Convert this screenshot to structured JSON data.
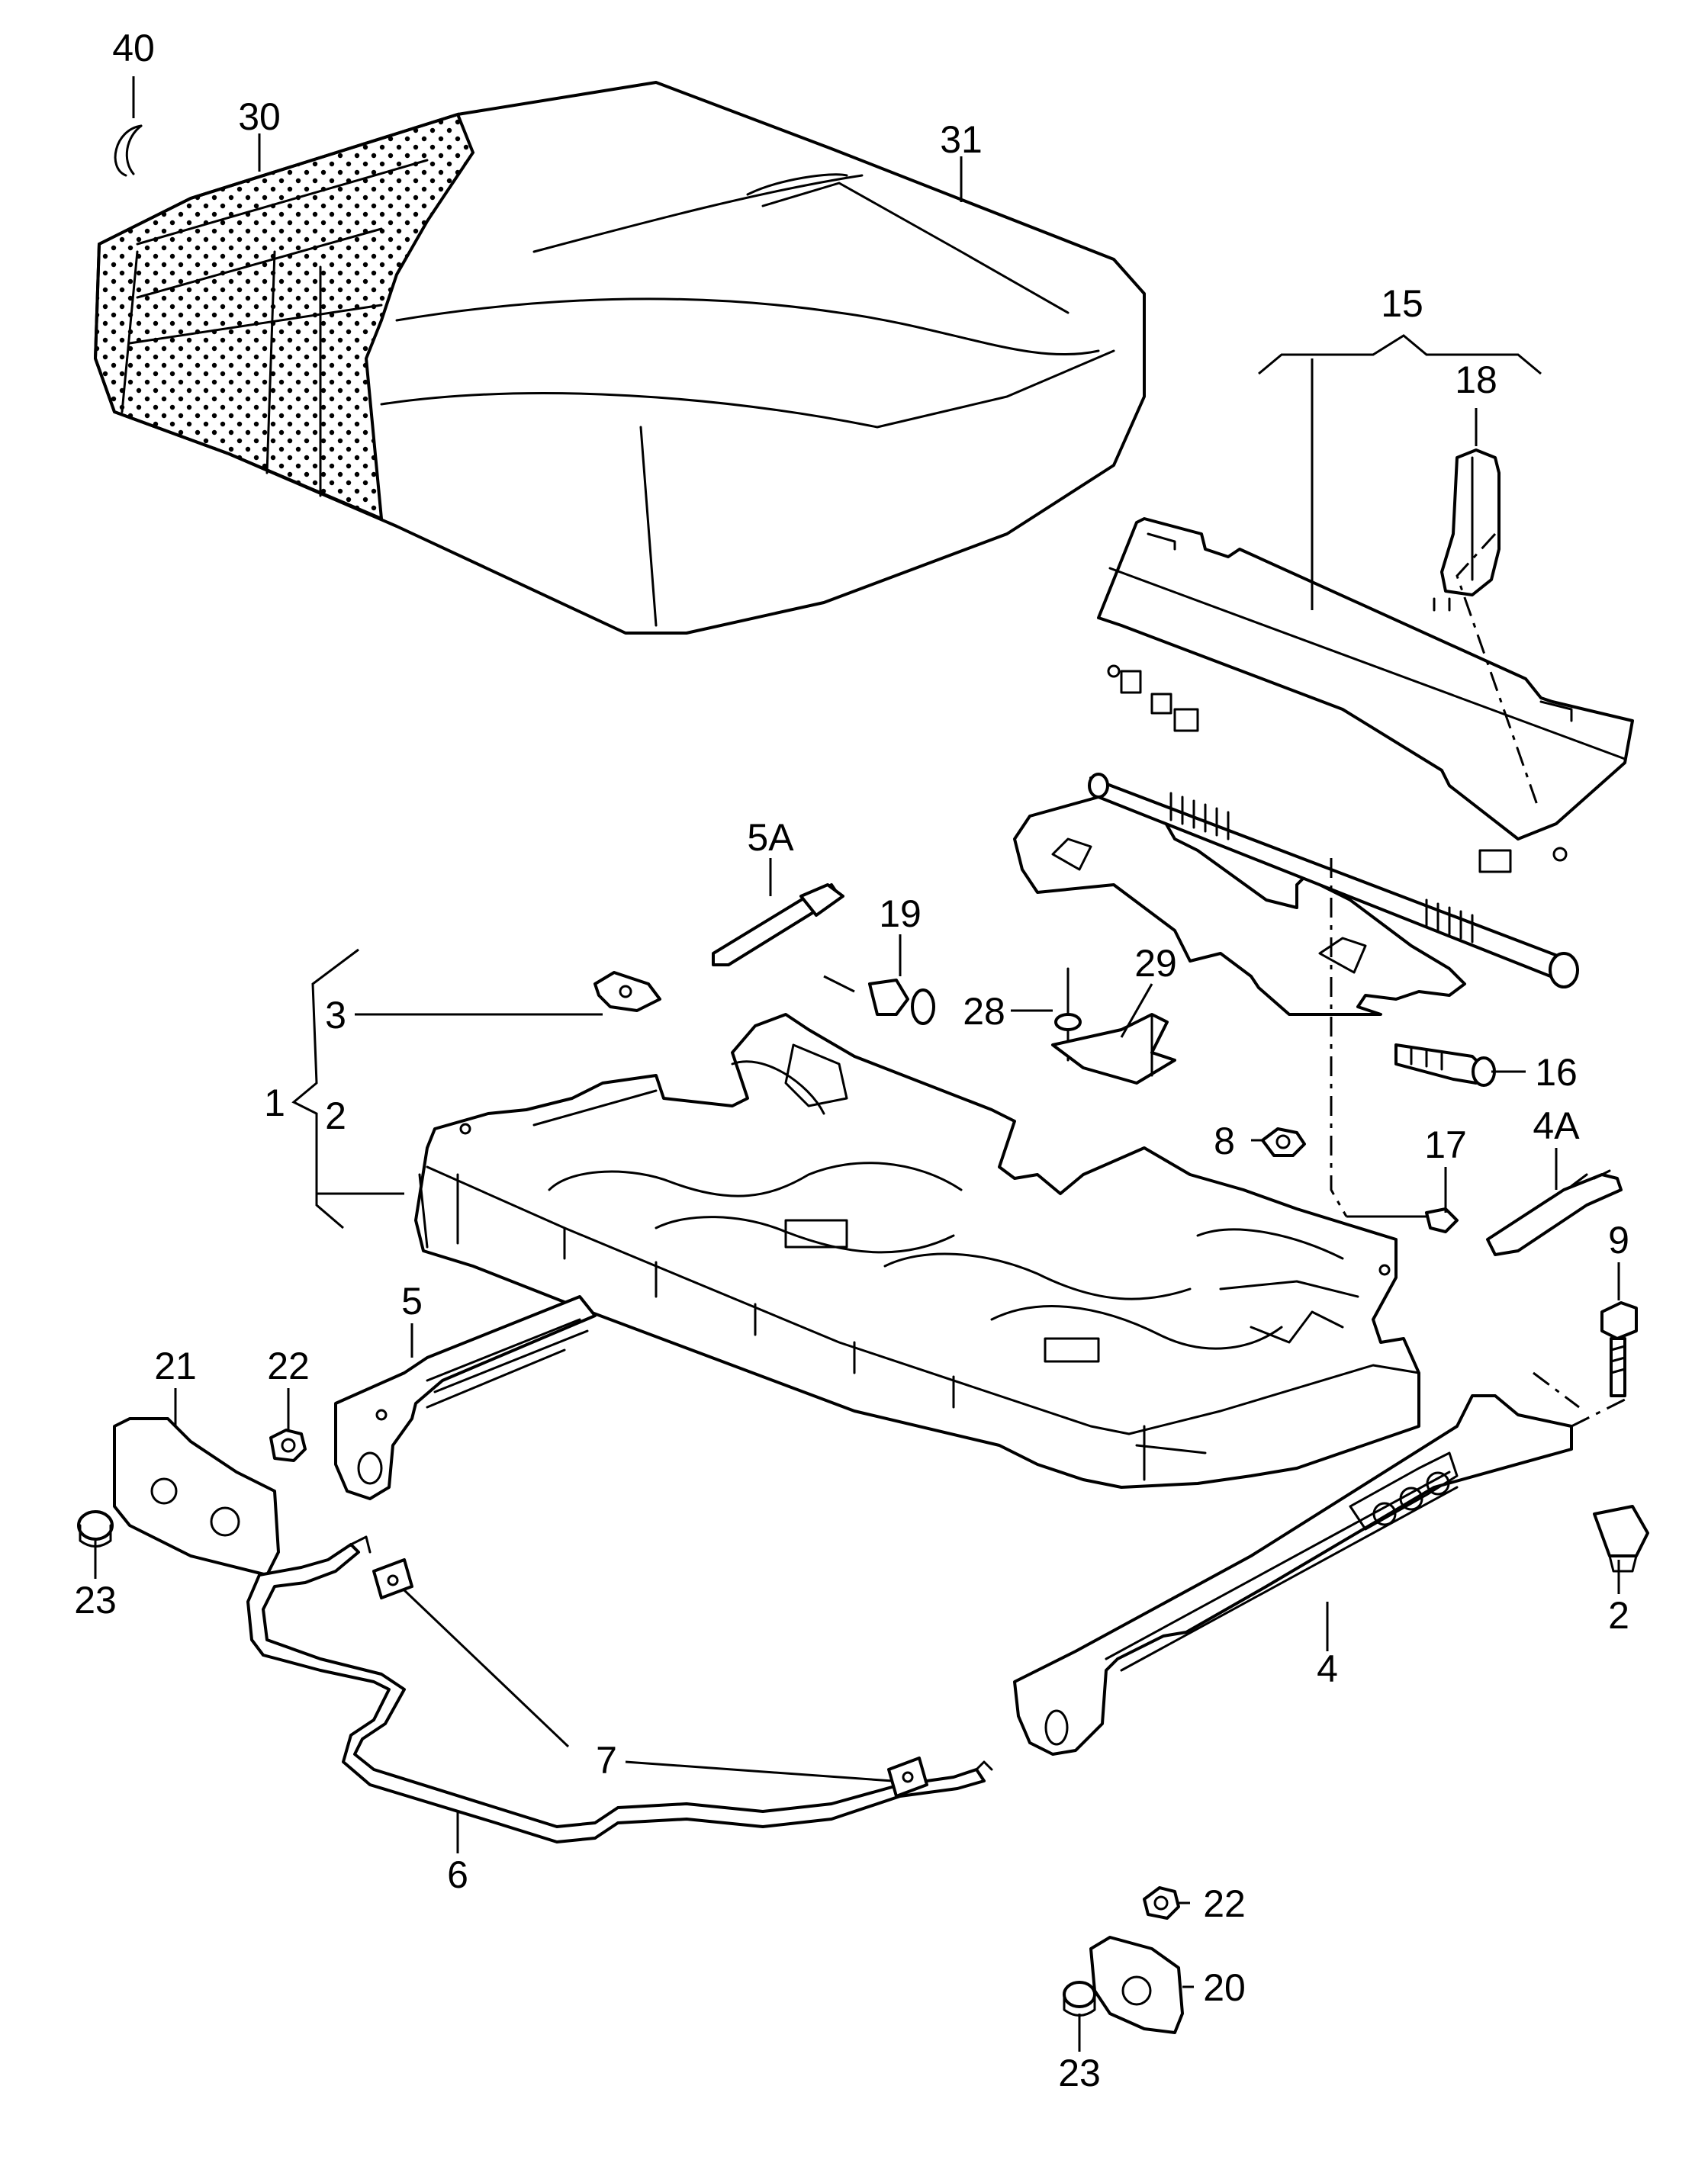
{
  "callouts": {
    "c40": "40",
    "c30": "30",
    "c31": "31",
    "c15": "15",
    "c18": "18",
    "c5A": "5A",
    "c19": "19",
    "c29": "29",
    "c28": "28",
    "c16": "16",
    "c3": "3",
    "c1": "1",
    "c2_bracket": "2",
    "c8": "8",
    "c17": "17",
    "c4A": "4A",
    "c9": "9",
    "c5": "5",
    "c21": "21",
    "c22_left": "22",
    "c23_left": "23",
    "c2_right": "2",
    "c4": "4",
    "c7": "7",
    "c6": "6",
    "c22_bottom": "22",
    "c20": "20",
    "c23_bottom": "23"
  }
}
